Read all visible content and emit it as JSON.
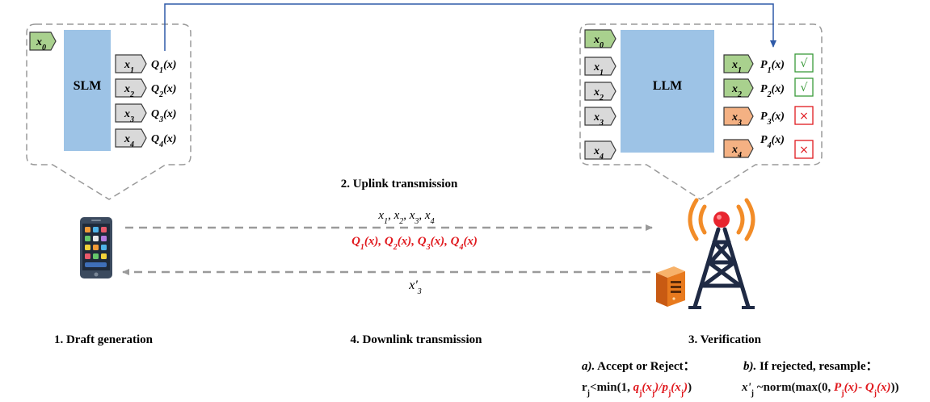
{
  "colors": {
    "green_token": "#a9d18e",
    "gray_token": "#d9d9d9",
    "orange_token": "#f4b183",
    "model_block": "#9dc3e6",
    "dash": "#9a9a9a",
    "link": "#2e5aa8",
    "red": "#e0191e",
    "accept": "#3a9a3a",
    "reject": "#e0191e"
  },
  "slm": {
    "label": "SLM",
    "context_token": {
      "base": "x",
      "sub": "0"
    },
    "drafts": [
      {
        "token": {
          "base": "x",
          "sub": "1"
        },
        "prob": {
          "base": "Q",
          "sub": "1",
          "suffix": "(x)"
        }
      },
      {
        "token": {
          "base": "x",
          "sub": "2"
        },
        "prob": {
          "base": "Q",
          "sub": "2",
          "suffix": "(x)"
        }
      },
      {
        "token": {
          "base": "x",
          "sub": "3"
        },
        "prob": {
          "base": "Q",
          "sub": "3",
          "suffix": "(x)"
        }
      },
      {
        "token": {
          "base": "x",
          "sub": "4"
        },
        "prob": {
          "base": "Q",
          "sub": "4",
          "suffix": "(x)"
        }
      }
    ]
  },
  "llm": {
    "label": "LLM",
    "inputs": [
      {
        "base": "x",
        "sub": "0",
        "color": "green"
      },
      {
        "base": "x",
        "sub": "1",
        "color": "gray"
      },
      {
        "base": "x",
        "sub": "2",
        "color": "gray"
      },
      {
        "base": "x",
        "sub": "3",
        "color": "gray"
      },
      {
        "base": "x",
        "sub": "4",
        "color": "gray"
      }
    ],
    "outputs": [
      {
        "token": {
          "base": "x",
          "sub": "1"
        },
        "color": "green",
        "prob": {
          "base": "P",
          "sub": "1",
          "suffix": "(x)"
        },
        "mark": "√",
        "accepted": true
      },
      {
        "token": {
          "base": "x",
          "sub": "2"
        },
        "color": "green",
        "prob": {
          "base": "P",
          "sub": "2",
          "suffix": "(x)"
        },
        "mark": "√",
        "accepted": true
      },
      {
        "token": {
          "base": "x",
          "sub": "3"
        },
        "color": "orange",
        "prob": {
          "base": "P",
          "sub": "3",
          "suffix": "(x)"
        },
        "mark": "×",
        "accepted": false
      },
      {
        "token": {
          "base": "x",
          "sub": "4"
        },
        "color": "orange",
        "prob": {
          "base": "P",
          "sub": "4",
          "suffix": "(x)"
        },
        "mark": "×",
        "accepted": false
      }
    ]
  },
  "uplink": {
    "title": "2. Uplink transmission",
    "tokens": [
      {
        "base": "x",
        "sub": "1"
      },
      {
        "base": "x",
        "sub": "2"
      },
      {
        "base": "x",
        "sub": "3"
      },
      {
        "base": "x",
        "sub": "4"
      }
    ],
    "probs": [
      {
        "base": "Q",
        "sub": "1",
        "suffix": "(x)"
      },
      {
        "base": "Q",
        "sub": "2",
        "suffix": "(x)"
      },
      {
        "base": "Q",
        "sub": "3",
        "suffix": "(x)"
      },
      {
        "base": "Q",
        "sub": "4",
        "suffix": "(x)"
      }
    ],
    "separator": ", "
  },
  "downlink": {
    "title": "4. Downlink transmission",
    "token": {
      "base": "x'",
      "sub": "3"
    }
  },
  "steps": {
    "draft": "1. Draft generation",
    "verify": "3. Verification"
  },
  "rules": {
    "accept_title": {
      "prefix": "a).",
      "text": " Accept or Reject："
    },
    "accept_formula": [
      {
        "t": "r",
        "color": "black",
        "italic": false
      },
      {
        "t": "j",
        "sub": true,
        "color": "black"
      },
      {
        "t": "<min(1, ",
        "color": "black"
      },
      {
        "t": "q",
        "color": "red",
        "italic": true
      },
      {
        "t": "j",
        "sub": true,
        "color": "red"
      },
      {
        "t": "(x",
        "color": "red",
        "italic": true
      },
      {
        "t": "j",
        "sub": true,
        "color": "red"
      },
      {
        "t": ")",
        "color": "red",
        "italic": true
      },
      {
        "t": "/",
        "color": "red",
        "italic": true
      },
      {
        "t": "p",
        "color": "red",
        "italic": true
      },
      {
        "t": "j",
        "sub": true,
        "color": "red"
      },
      {
        "t": "(x",
        "color": "red",
        "italic": true
      },
      {
        "t": "j",
        "sub": true,
        "color": "red"
      },
      {
        "t": ")",
        "color": "red",
        "italic": true
      },
      {
        "t": ")",
        "color": "black"
      }
    ],
    "resample_title": {
      "prefix": "b).",
      "text": " If rejected, resample："
    },
    "resample_formula": [
      {
        "t": "x'",
        "color": "black",
        "italic": true
      },
      {
        "t": "j",
        "sub": true,
        "color": "black"
      },
      {
        "t": " ~norm(max(0, ",
        "color": "black"
      },
      {
        "t": "P",
        "color": "red",
        "italic": true
      },
      {
        "t": "j",
        "sub": true,
        "color": "red"
      },
      {
        "t": "(x)",
        "color": "red",
        "italic": true
      },
      {
        "t": "- ",
        "color": "red"
      },
      {
        "t": "Q",
        "color": "red",
        "italic": true
      },
      {
        "t": "j",
        "sub": true,
        "color": "red"
      },
      {
        "t": "(x)",
        "color": "red",
        "italic": true
      },
      {
        "t": "))",
        "color": "black"
      }
    ]
  },
  "icons": {
    "phone": "smartphone-icon",
    "tower": "radio-tower-icon",
    "server": "server-icon",
    "check": "check-icon",
    "cross": "cross-icon"
  }
}
